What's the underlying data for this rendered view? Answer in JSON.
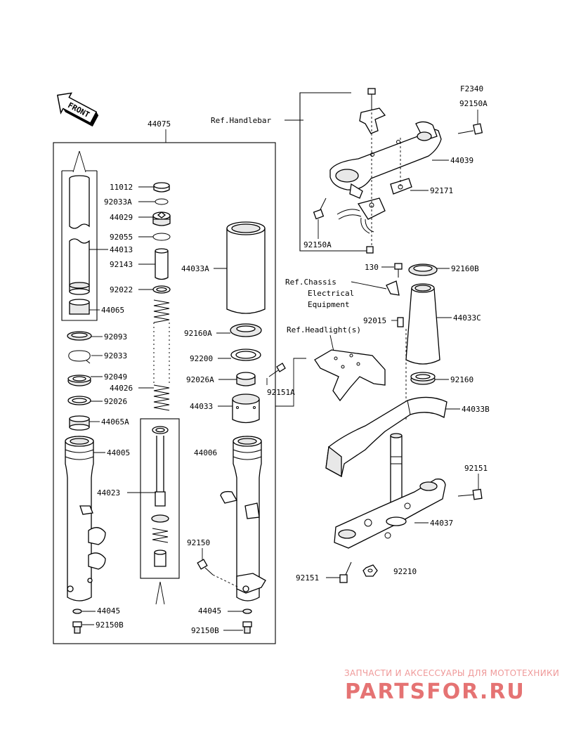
{
  "figure_code": "F2340",
  "front_label": "FRONT",
  "refs": {
    "handlebar": "Ref.Handlebar",
    "chassis_1": "Ref.Chassis",
    "chassis_2": "Electrical",
    "chassis_3": "Equipment",
    "headlight": "Ref.Headlight(s)"
  },
  "parts": {
    "p44075": "44075",
    "p11012": "11012",
    "p92033A": "92033A",
    "p44029": "44029",
    "p92055": "92055",
    "p44013": "44013",
    "p92143": "92143",
    "p92022": "92022",
    "p44065": "44065",
    "p92093": "92093",
    "p92033": "92033",
    "p92049": "92049",
    "p44026": "44026",
    "p92026": "92026",
    "p44065A": "44065A",
    "p44005": "44005",
    "p44023": "44023",
    "p44045_l": "44045",
    "p92150B_l": "92150B",
    "p44033A": "44033A",
    "p92160A": "92160A",
    "p92200": "92200",
    "p92026A": "92026A",
    "p92151A": "92151A",
    "p44033": "44033",
    "p44006": "44006",
    "p92150": "92150",
    "p44045_r": "44045",
    "p92150B_r": "92150B",
    "p92150A_t": "92150A",
    "p44039": "44039",
    "p92171": "92171",
    "p92150A_b": "92150A",
    "p130": "130",
    "p92160B": "92160B",
    "p92015": "92015",
    "p44033C": "44033C",
    "p92160": "92160",
    "p44033B": "44033B",
    "p92151_r": "92151",
    "p44037": "44037",
    "p92151_b": "92151",
    "p92210": "92210"
  },
  "watermark": {
    "subtitle": "ЗАПЧАСТИ И АКСЕССУАРЫ ДЛЯ МОТОТЕХНИКИ",
    "brand": "PARTSFOR.RU"
  },
  "colors": {
    "line": "#000000",
    "background": "#ffffff",
    "watermark": "#e57373"
  }
}
